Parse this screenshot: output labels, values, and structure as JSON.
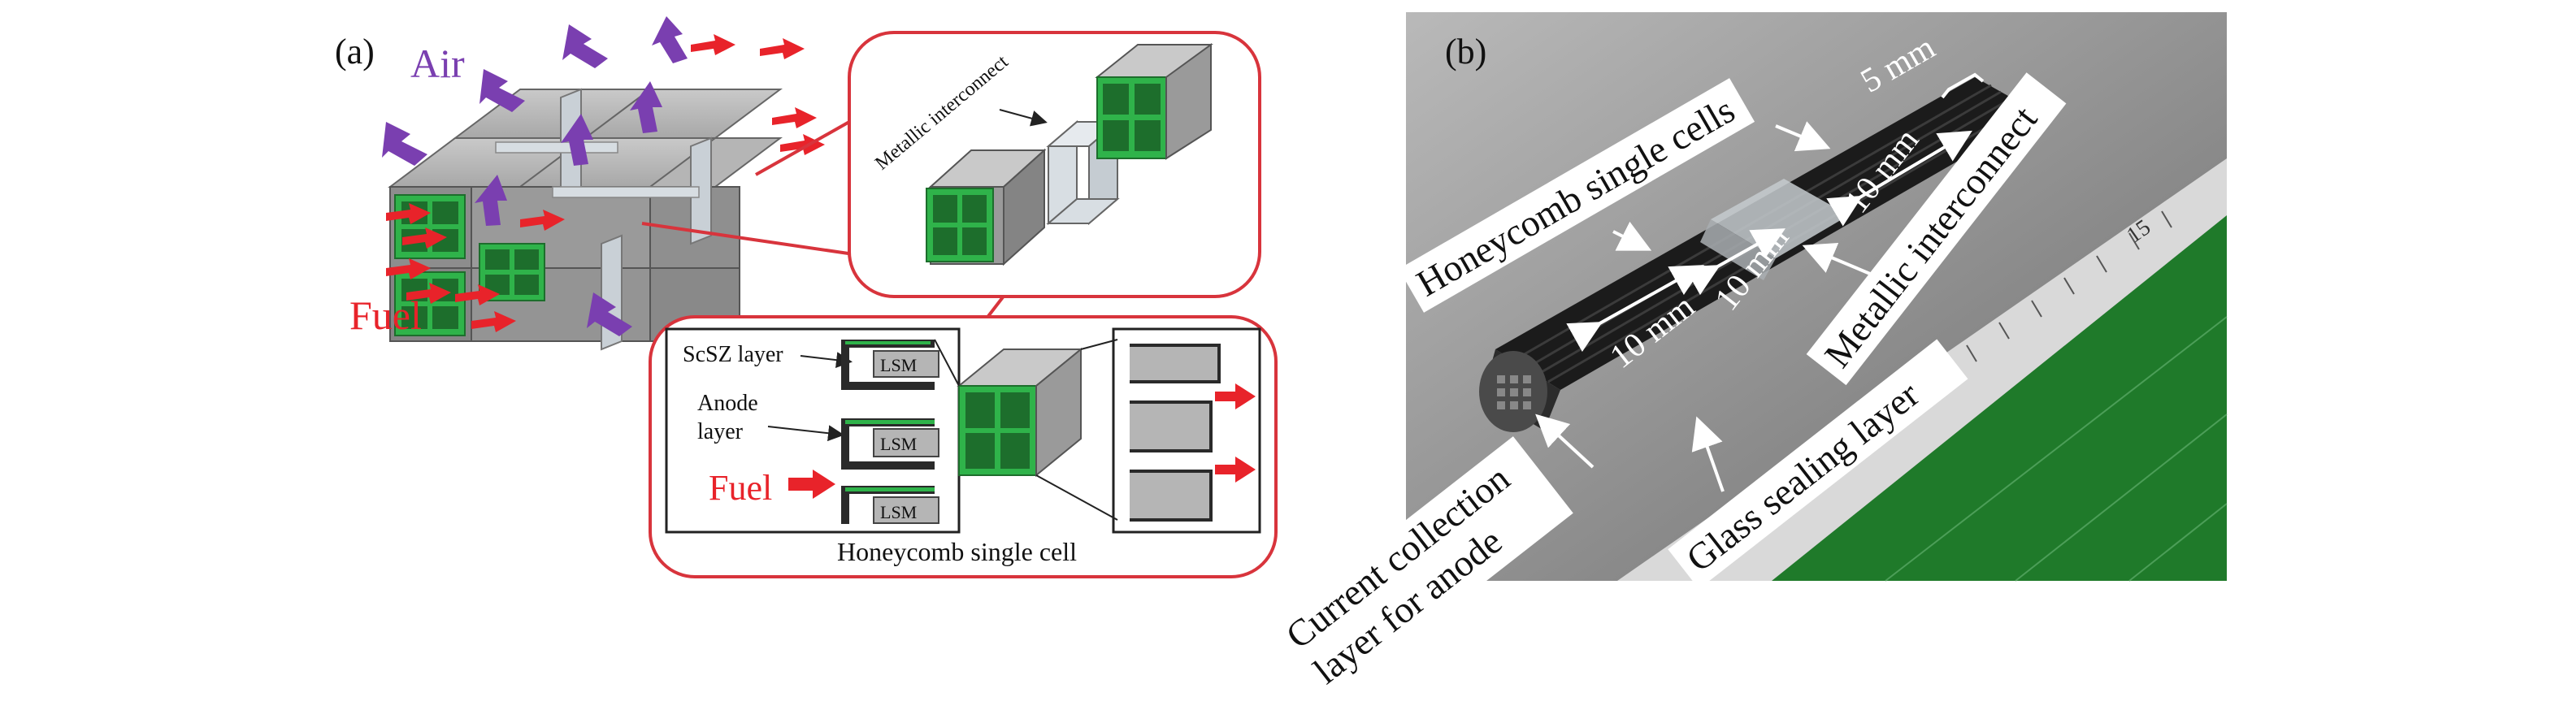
{
  "panel_a": {
    "label": "(a)",
    "air": "Air",
    "fuel": "Fuel",
    "metallic_interconnect": "Metallic interconnect",
    "scsz_layer": "ScSZ layer",
    "anode_line1": "Anode",
    "anode_line2": "layer",
    "lsm": "LSM",
    "fuel_inset": "Fuel",
    "honeycomb_single_cell": "Honeycomb single cell"
  },
  "panel_b": {
    "label": "(b)",
    "honeycomb_single_cells": "Honeycomb single cells",
    "five_mm": "5 mm",
    "ten_mm_a": "10 mm",
    "ten_mm_b": "10 mm",
    "ten_mm_c": "10 mm",
    "metallic_interconnect": "Metallic interconnect",
    "glass_sealing_layer": "Glass sealing layer",
    "current_line1": "Current collection",
    "current_line2": "layer for anode",
    "ruler_number": "15"
  },
  "colors": {
    "cell_gray": "#9a9a9a",
    "green": "#2fb34a",
    "air_arrow": "#7a3fb0",
    "fuel_arrow": "#e8232a",
    "outline_red": "#d8343c",
    "photo_bg": "#8e8e8e",
    "ruler_green": "#1f7a2a"
  }
}
